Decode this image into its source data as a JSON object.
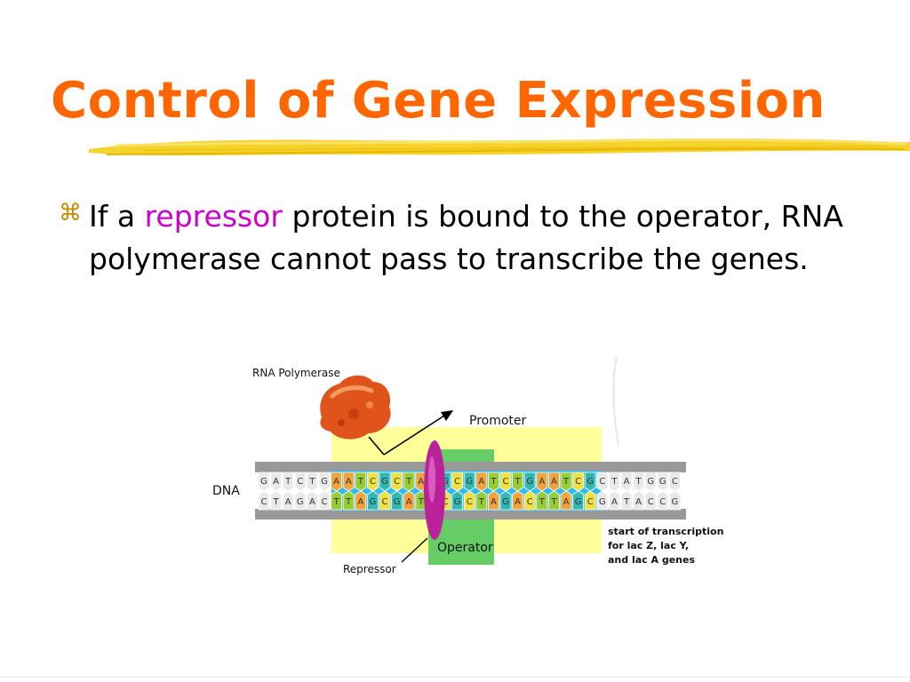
{
  "slide": {
    "title": "Control of Gene Expression",
    "bullet_glyph": "⌘",
    "bullet_text_before": "If a ",
    "bullet_keyword": "repressor",
    "bullet_text_after": " protein is bound to the operator, RNA polymerase cannot pass to transcribe the genes."
  },
  "diagram": {
    "labels": {
      "rna_polymerase": "RNA Polymerase",
      "promoter": "Promoter",
      "dna": "DNA",
      "operator": "Operator",
      "repressor": "Repressor",
      "start_line_1": "start of transcription",
      "start_line_2": "for lac Z, lac Y,",
      "start_line_3": "and lac A genes"
    },
    "top_strand": "GATCTGAATCGCTATGCGATCTGAATCGCTATGGC",
    "bottom_strand": "CTAGACTTAGCGATACGCTAGACTTAGCGATACCG"
  },
  "colors": {
    "title": "#ff6600",
    "keyword": "#cc00cc",
    "promoter_box": "#ffff99",
    "operator_box": "#66cc66",
    "dna_core": "#33bbee",
    "dna_backbone": "#999999",
    "repressor": "#bb2299",
    "polymerase": "#e0531a",
    "base_A": "#f2a33a",
    "base_T": "#99cc33",
    "base_G": "#33b8b0",
    "base_C": "#f0e040"
  },
  "icons": {
    "bullet": "z-bullet-icon",
    "polymerase": "rna-polymerase-blob-icon",
    "repressor": "repressor-ellipse-icon"
  }
}
